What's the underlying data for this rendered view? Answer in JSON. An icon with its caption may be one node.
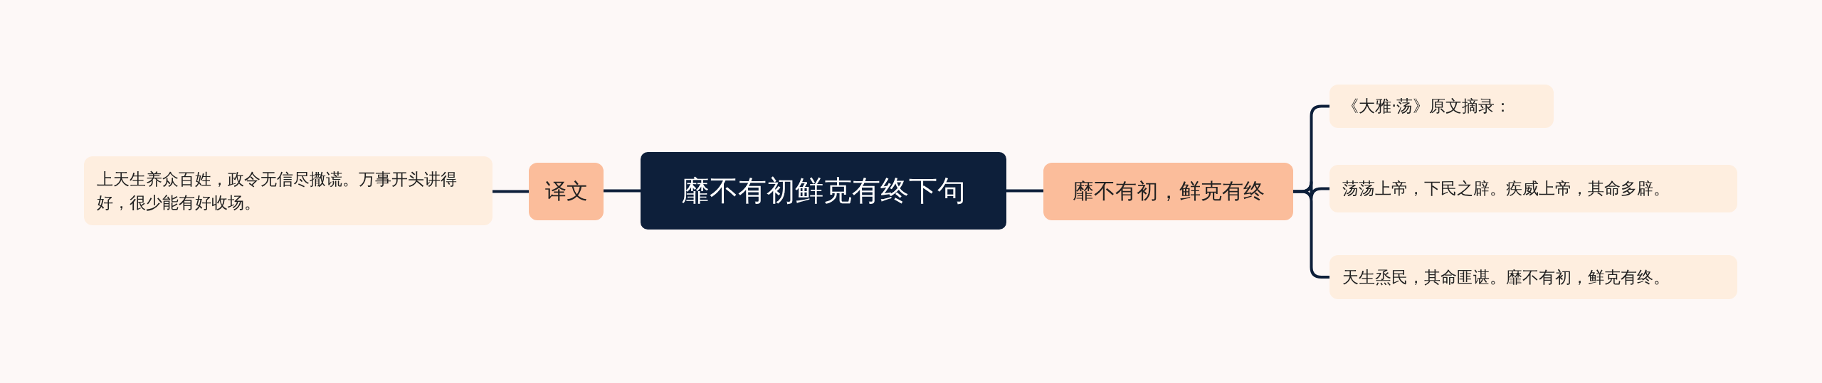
{
  "diagram": {
    "nodes": [
      {
        "text": [
          "靡不有初鲜克有终下句"
        ]
      },
      {
        "text": [
          "译文"
        ]
      },
      {
        "text": [
          "上天生养众百姓，政令无信尽撒谎。万事开头讲得好，很少能有好收场。"
        ]
      },
      {
        "text": [
          "靡不有初，鲜克有终"
        ]
      },
      {
        "text": [
          "《大雅·荡》原文摘录："
        ]
      },
      {
        "text": [
          "荡荡上帝，下民之辟。疾威上帝，其命多辟。"
        ]
      },
      {
        "text": [
          "天生烝民，其命匪谌。靡不有初，鲜克有终。"
        ]
      }
    ],
    "edges": [
      {
        "from": 0,
        "to": 1,
        "arrow": "none"
      },
      {
        "from": 1,
        "to": 2,
        "arrow": "none"
      },
      {
        "from": 0,
        "to": 3,
        "arrow": "none"
      },
      {
        "from": 3,
        "to": 4,
        "arrow": "none"
      },
      {
        "from": 3,
        "to": 5,
        "arrow": "none"
      },
      {
        "from": 3,
        "to": 6,
        "arrow": "none"
      }
    ]
  }
}
